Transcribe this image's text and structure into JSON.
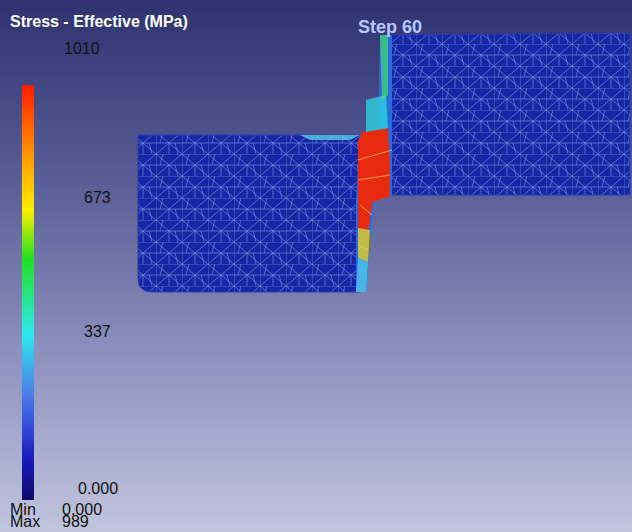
{
  "diagram": {
    "labels": [
      "Stress - Effective (MPa)",
      "Step 60",
      "1010",
      "673",
      "337",
      "0.000",
      "Min",
      "0.000",
      "Max",
      "989"
    ]
  }
}
